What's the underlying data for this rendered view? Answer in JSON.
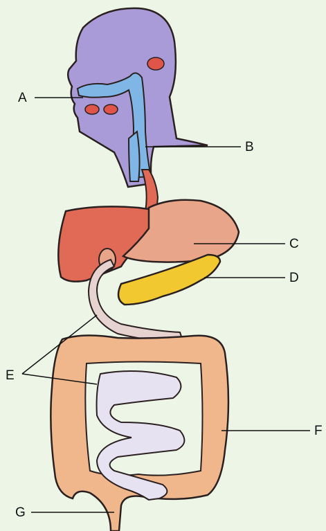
{
  "labels": {
    "a": "A",
    "b": "B",
    "c": "C",
    "d": "D",
    "e": "E",
    "f": "F",
    "g": "G"
  },
  "colors": {
    "background": "#ecf5e6",
    "head": "#a99bd8",
    "airway": "#7fb6e6",
    "glands": "#e0554a",
    "liver": "#e06a55",
    "stomach": "#e8a58a",
    "pancreas": "#f2c830",
    "large_intestine": "#f0b68c",
    "small_intestine": "#e6e2f2",
    "outline": "#2a2020"
  }
}
